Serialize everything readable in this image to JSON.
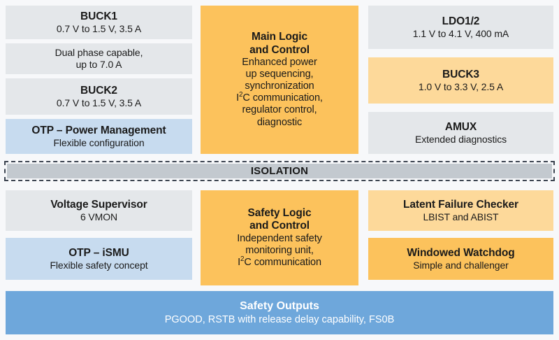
{
  "colors": {
    "grey_block": "#e4e7ea",
    "blue_block": "#c7dbef",
    "orange_block": "#fcc25c",
    "orange_light_block": "#fdd99a",
    "isolation_band": "#c3c9cf",
    "safety_bar": "#6ea7db",
    "page_background": "#f7f8fa",
    "text": "#1a1a1a"
  },
  "power_section": {
    "left_column": [
      {
        "title": "BUCK1",
        "sub": "0.7 V to 1.5 V, 3.5 A"
      },
      {
        "title": "",
        "sub_line1": "Dual phase capable,",
        "sub_line2": "up to 7.0 A"
      },
      {
        "title": "BUCK2",
        "sub": "0.7 V to 1.5 V, 3.5 A"
      },
      {
        "title": "OTP – Power Management",
        "sub": "Flexible configuration"
      }
    ],
    "center_block": {
      "title_line1": "Main Logic",
      "title_line2": "and Control",
      "sub_line1": "Enhanced power",
      "sub_line2": "up sequencing,",
      "sub_line3": "synchronization",
      "sub_line4_pre": "I",
      "sub_line4_sup": "2",
      "sub_line4_post": "C communication,",
      "sub_line5": "regulator control,",
      "sub_line6": "diagnostic"
    },
    "right_column": [
      {
        "title": "LDO1/2",
        "sub": "1.1 V to 4.1 V, 400 mA"
      },
      {
        "title": "BUCK3",
        "sub": "1.0 V to 3.3 V, 2.5 A"
      },
      {
        "title": "AMUX",
        "sub": "Extended diagnostics"
      }
    ]
  },
  "isolation": {
    "label": "ISOLATION"
  },
  "safety_section": {
    "left_column": [
      {
        "title": "Voltage Supervisor",
        "sub": "6 VMON"
      },
      {
        "title": "OTP – iSMU",
        "sub": "Flexible safety concept"
      }
    ],
    "center_block": {
      "title_line1": "Safety Logic",
      "title_line2": "and Control",
      "sub_line1": "Independent safety",
      "sub_line2": "monitoring unit,",
      "sub_line3_pre": "I",
      "sub_line3_sup": "2",
      "sub_line3_post": "C communication"
    },
    "right_column": [
      {
        "title": "Latent Failure Checker",
        "sub": "LBIST and ABIST"
      },
      {
        "title": "Windowed Watchdog",
        "sub": "Simple and challenger"
      }
    ]
  },
  "safety_outputs": {
    "title": "Safety Outputs",
    "sub": "PGOOD, RSTB with release delay capability, FS0B"
  }
}
